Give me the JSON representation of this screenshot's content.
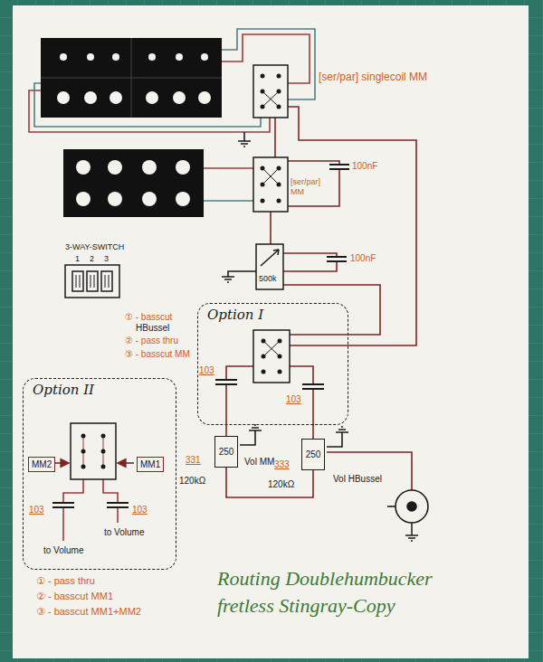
{
  "diagram": {
    "title": "Routing Doublehumbucker fretless Stingray-Copy",
    "nodes": [
      {
        "text": [
          "Option I"
        ]
      },
      {
        "text": [
          "Option II"
        ]
      },
      {
        "text": [
          "MM2"
        ],
        "in": 1
      },
      {
        "text": [
          "MM1"
        ],
        "in": 1
      },
      {
        "text": [
          "250"
        ]
      },
      {
        "text": [
          "250"
        ]
      }
    ],
    "edges": [
      {
        "from": 4,
        "to": 5,
        "arrow": "none"
      }
    ],
    "labels": [
      "[ser/par] singlecoil MM",
      "100nF",
      "[ser/par] MM",
      "3-WAY-SWITCH",
      "1",
      "2",
      "3",
      "500k",
      "100nF",
      "① - basscut",
      "HBussel",
      "② - pass thru",
      "③ - basscut MM",
      "103",
      "103",
      "103",
      "103",
      "to Volume",
      "to Volume",
      "331",
      "120kΩ",
      "Vol MM",
      "333",
      "120kΩ",
      "Vol HBussel",
      "① - pass thru",
      "② - basscut MM1",
      "③ - basscut MM1+MM2"
    ]
  }
}
